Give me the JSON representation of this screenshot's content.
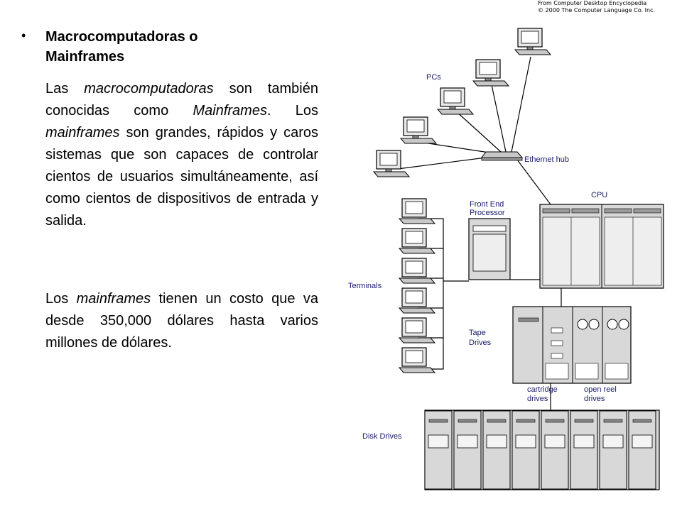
{
  "credit": {
    "line1": "From Computer Desktop Encyclopedia",
    "line2": "© 2000 The Computer Language Co. Inc."
  },
  "slide": {
    "bullet": "•",
    "title": "Macrocomputadoras o Mainframes",
    "paragraph1": [
      {
        "t": "Las ",
        "i": false
      },
      {
        "t": "macrocomputadoras",
        "i": true
      },
      {
        "t": " son también conocidas como ",
        "i": false
      },
      {
        "t": "Mainframes",
        "i": true
      },
      {
        "t": ". Los ",
        "i": false
      },
      {
        "t": "mainframes",
        "i": true
      },
      {
        "t": " son grandes, rápidos y caros sistemas que son capaces de controlar cientos de usuarios simultáneamente, así como cientos de dispositivos de entrada y salida.",
        "i": false
      }
    ],
    "paragraph2": [
      {
        "t": "Los ",
        "i": false
      },
      {
        "t": "mainframes",
        "i": true
      },
      {
        "t": " tienen un costo que va desde 350,000 dólares hasta varios millones de dólares.",
        "i": false
      }
    ]
  },
  "diagram": {
    "labels": {
      "pcs": "PCs",
      "hub": "Ethernet hub",
      "cpu": "CPU",
      "fep_line1": "Front End",
      "fep_line2": "Processor",
      "terminals": "Terminals",
      "tape_line1": "Tape",
      "tape_line2": "Drives",
      "cart_line1": "cartridge",
      "cart_line2": "drives",
      "reel_line1": "open reel",
      "reel_line2": "drives",
      "disk": "Disk Drives"
    }
  }
}
